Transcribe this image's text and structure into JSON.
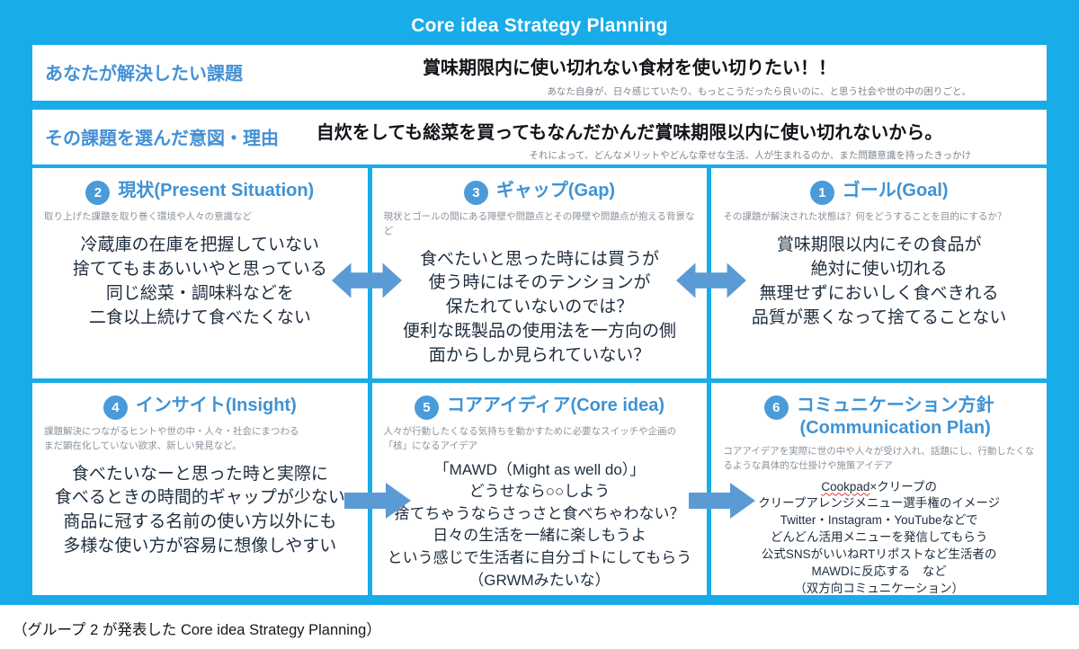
{
  "title": "Core idea Strategy Planning",
  "colors": {
    "background_cyan": "#18ace9",
    "heading_blue": "#3f93d4",
    "badge_blue": "#4a9bd9",
    "arrow_blue": "#5b9bd5",
    "body_text": "#1d2d3e",
    "note_gray": "#8a929b",
    "spellcheck_red": "#e23b2e"
  },
  "rows": [
    {
      "label": "あなたが解決したい課題",
      "value": "賞味期限内に使い切れない食材を使い切りたい！！",
      "note": "あなた自身が、日々感じていたり、もっとこうだったら良いのに、と思う社会や世の中の困りごと。"
    },
    {
      "label": "その課題を選んだ意図・理由",
      "value": "自炊をしても総菜を買ってもなんだかんだ賞味期限以内に使い切れないから。",
      "note": "それによって、どんなメリットやどんな幸せな生活、人が生まれるのか、また問題意識を持ったきっかけ"
    }
  ],
  "cells": [
    {
      "number": "2",
      "title": "現状(Present Situation)",
      "desc": "取り上げた課題を取り巻く環境や人々の意識など",
      "body": "冷蔵庫の在庫を把握していない\n捨ててもまあいいやと思っている\n同じ総菜・調味料などを\n二食以上続けて食べたくない"
    },
    {
      "number": "3",
      "title": "ギャップ(Gap)",
      "desc": "現状とゴールの間にある障壁や問題点とその障壁や問題点が抱える背景など",
      "body": "食べたいと思った時には買うが\n使う時にはそのテンションが\n保たれていないのでは？\n便利な既製品の使用法を一方向の側\n面からしか見られていない？"
    },
    {
      "number": "1",
      "title": "ゴール(Goal)",
      "desc": "その課題が解決された状態は？何をどうすることを目的にするか？",
      "body": "賞味期限以内にその食品が\n絶対に使い切れる\n無理せずにおいしく食べきれる\n品質が悪くなって捨てることない"
    },
    {
      "number": "4",
      "title": "インサイト(Insight)",
      "desc": "課題解決につながるヒントや世の中・人々・社会にまつわる\nまだ顕在化していない欲求、新しい発見など。",
      "body": "食べたいなーと思った時と実際に\n食べるときの時間的ギャップが少ない\n商品に冠する名前の使い方以外にも\n多様な使い方が容易に想像しやすい"
    },
    {
      "number": "5",
      "title": "コアアイディア(Core idea)",
      "desc": "人々が行動したくなる気持ちを動かすために必要なスイッチや企画の「核」になるアイデア",
      "body": "「MAWD（Might as well do）」\nどうせなら○○しよう\n捨てちゃうならさっさと食べちゃわない？\n日々の生活を一緒に楽しもうよ\nという感じで生活者に自分ゴトにしてもらう\n（GRWMみたいな）"
    },
    {
      "number": "6",
      "title": "コミュニケーション方針\n(Communication Plan)",
      "desc": "コアアイデアを実際に世の中や人々が受け入れ、話題にし、行動したくなるような具体的な仕掛けや施策アイデア",
      "body": "Cookpad×クリープの\nクリープアレンジメニュー選手権のイメージ\nTwitter・Instagram・YouTubeなどで\nどんどん活用メニューを発信してもらう\n公式SNSがいいねRTリポストなど生活者の\nMAWDに反応する　など\n（双方向コミュニケーション）"
    }
  ],
  "spellcheck_word": "Cookpad",
  "caption": "（グループ 2 が発表した Core idea Strategy Planning）"
}
